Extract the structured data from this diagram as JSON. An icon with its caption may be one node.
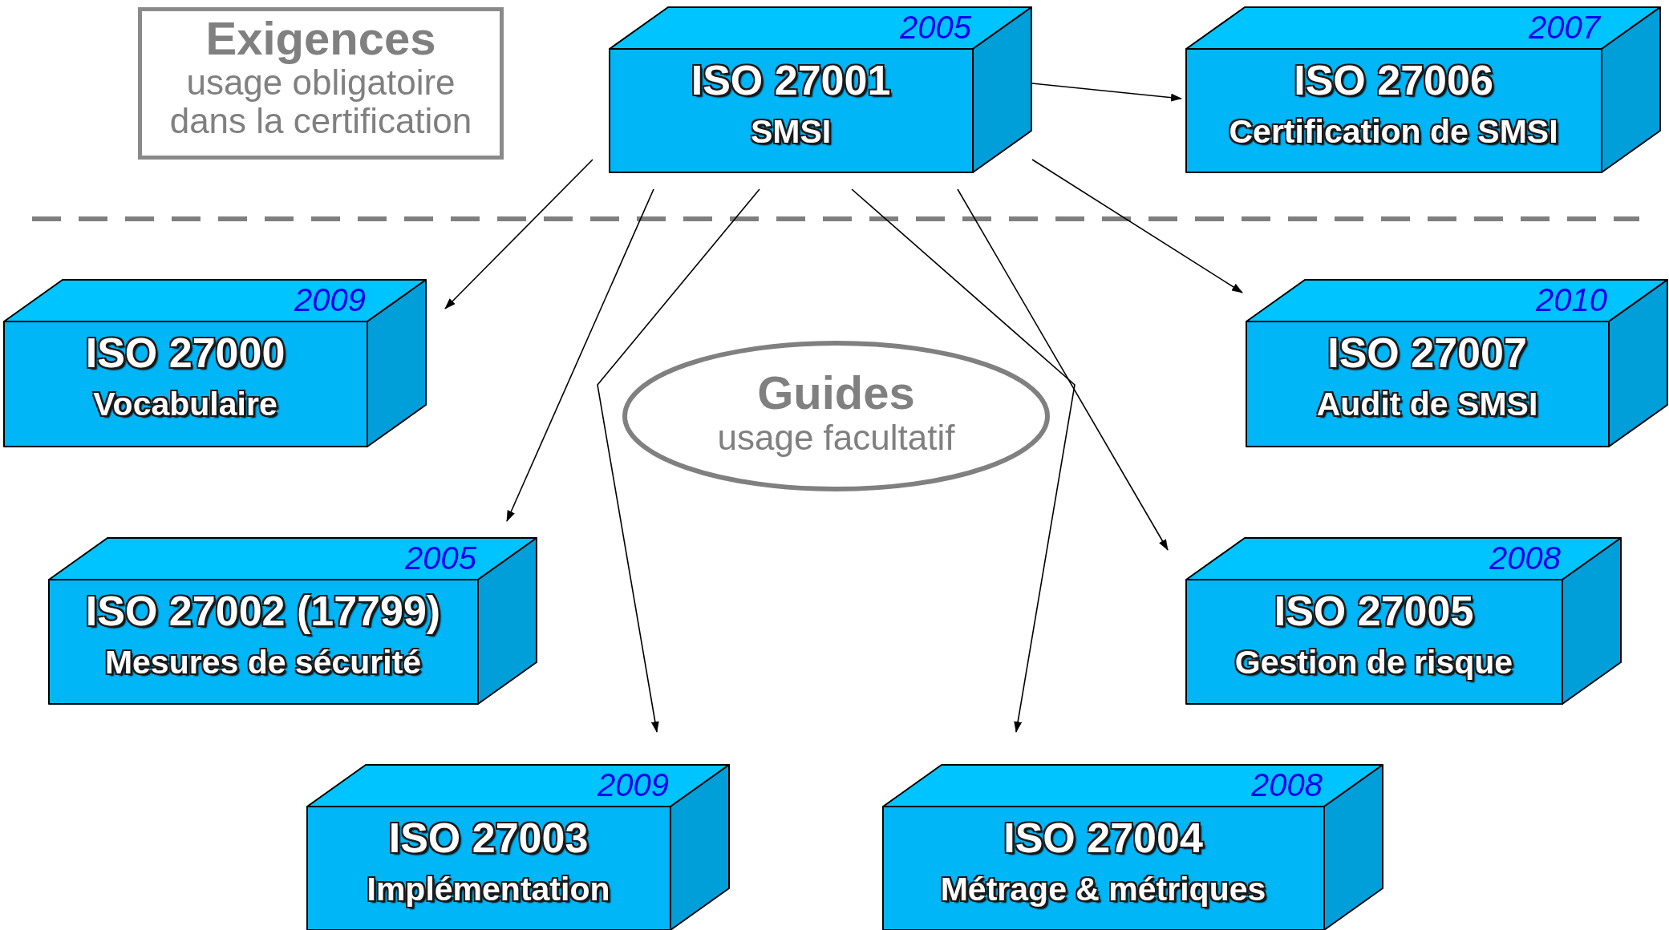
{
  "diagram": {
    "nodes": [
      {
        "text": [
          "Exigences",
          "usage obligatoire dans la certification"
        ]
      },
      {
        "text": [
          "2005",
          "ISO 27001",
          "SMSI"
        ]
      },
      {
        "text": [
          "2007",
          "ISO 27006",
          "Certification de SMSI"
        ]
      },
      {
        "text": [
          "2009",
          "ISO 27000",
          "Vocabulaire"
        ]
      },
      {
        "text": [
          "Guides",
          "usage facultatif"
        ]
      },
      {
        "text": [
          "2010",
          "ISO 27007",
          "Audit de SMSI"
        ]
      },
      {
        "text": [
          "2005",
          "ISO 27002 (17799)",
          "Mesures de sécurité"
        ]
      },
      {
        "text": [
          "2008",
          "ISO 27005",
          "Gestion de risque"
        ]
      },
      {
        "text": [
          "2009",
          "ISO 27003",
          "Implémentation"
        ]
      },
      {
        "text": [
          "2008",
          "ISO 27004",
          "Métrage & métriques"
        ]
      }
    ],
    "edges": [
      {
        "from": 1,
        "to": 2,
        "arrow": "to"
      },
      {
        "from": 1,
        "to": 3,
        "arrow": "to"
      },
      {
        "from": 1,
        "to": 6,
        "arrow": "to"
      },
      {
        "from": 1,
        "to": 8,
        "arrow": "to"
      },
      {
        "from": 1,
        "to": 9,
        "arrow": "to"
      },
      {
        "from": 1,
        "to": 7,
        "arrow": "to"
      },
      {
        "from": 1,
        "to": 5,
        "arrow": "to"
      }
    ]
  }
}
